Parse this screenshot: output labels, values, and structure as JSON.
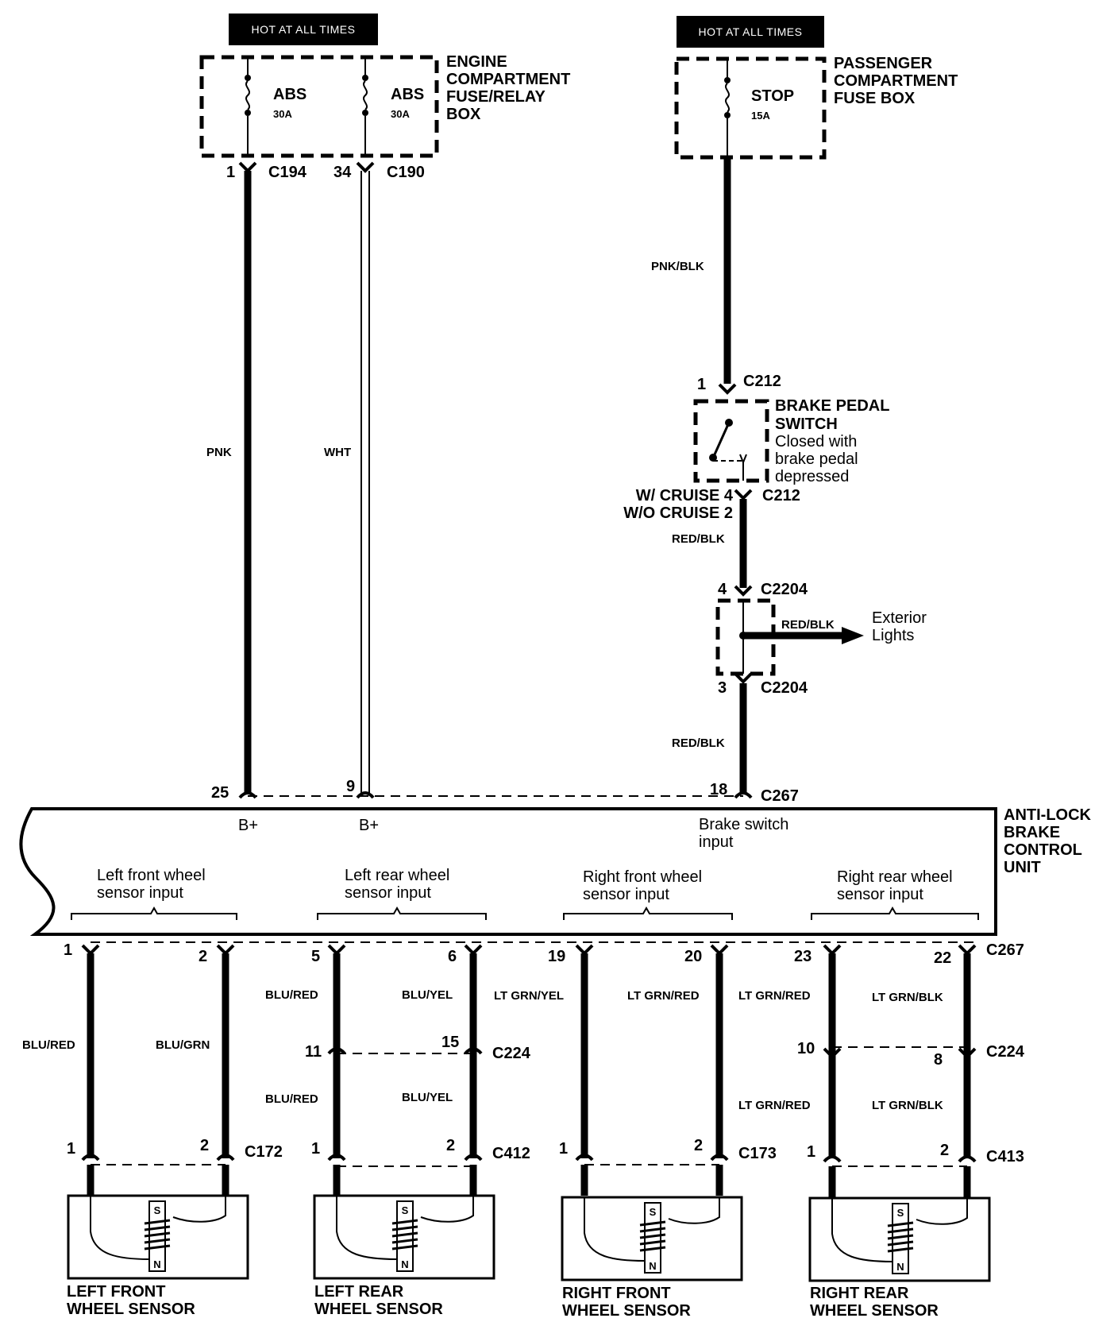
{
  "power": {
    "hot_left": "HOT AT ALL TIMES",
    "hot_right": "HOT AT ALL TIMES",
    "fuse_abs_1": {
      "name": "ABS",
      "rating": "30A"
    },
    "fuse_abs_2": {
      "name": "ABS",
      "rating": "30A"
    },
    "fuse_stop": {
      "name": "STOP",
      "rating": "15A"
    },
    "engine_box": [
      "ENGINE",
      "COMPARTMENT",
      "FUSE/RELAY",
      "BOX"
    ],
    "passenger_box": [
      "PASSENGER",
      "COMPARTMENT",
      "FUSE BOX"
    ]
  },
  "connectors": {
    "c194_pin": "1",
    "c194": "C194",
    "c190_pin": "34",
    "c190": "C190",
    "c212_pin1": "1",
    "c212": "C212",
    "c212_cruise": "W/ CRUISE 4",
    "c212_nocruise": "W/O CRUISE 2",
    "c2204_pin4": "4",
    "c2204": "C2204",
    "c2204_pin3": "3",
    "c267_pin25": "25",
    "c267_pin9": "9",
    "c267_pin18": "18",
    "c267": "C267",
    "c224": "C224",
    "c172": "C172",
    "c412": "C412",
    "c173": "C173",
    "c413": "C413"
  },
  "wires": {
    "pnk": "PNK",
    "wht": "WHT",
    "pnk_blk": "PNK/BLK",
    "red_blk": "RED/BLK",
    "blu_red": "BLU/RED",
    "blu_grn": "BLU/GRN",
    "blu_yel": "BLU/YEL",
    "lt_grn_yel": "LT GRN/YEL",
    "lt_grn_red": "LT GRN/RED",
    "lt_grn_blk": "LT GRN/BLK"
  },
  "switch": {
    "title": [
      "BRAKE PEDAL",
      "SWITCH"
    ],
    "desc": [
      "Closed with",
      "brake pedal",
      "depressed"
    ]
  },
  "exterior": [
    "Exterior",
    "Lights"
  ],
  "unit": {
    "title": [
      "ANTI-LOCK",
      "BRAKE",
      "CONTROL",
      "UNIT"
    ],
    "bplus": "B+",
    "brake_input": [
      "Brake switch",
      "input"
    ],
    "lf_input": [
      "Left front wheel",
      "sensor input"
    ],
    "lr_input": [
      "Left rear wheel",
      "sensor input"
    ],
    "rf_input": [
      "Right front wheel",
      "sensor input"
    ],
    "rr_input": [
      "Right rear wheel",
      "sensor input"
    ]
  },
  "pins": {
    "lf": [
      "1",
      "2"
    ],
    "lr": [
      "5",
      "6"
    ],
    "rf": [
      "19",
      "20"
    ],
    "rr": [
      "23",
      "22"
    ],
    "lr_c224": [
      "11",
      "15"
    ],
    "rr_c224": [
      "10",
      "8"
    ],
    "sensor": [
      "1",
      "2"
    ]
  },
  "sensors": {
    "lf": [
      "LEFT FRONT",
      "WHEEL SENSOR"
    ],
    "lr": [
      "LEFT REAR",
      "WHEEL SENSOR"
    ],
    "rf": [
      "RIGHT FRONT",
      "WHEEL SENSOR"
    ],
    "rr": [
      "RIGHT REAR",
      "WHEEL SENSOR"
    ],
    "pole_s": "S",
    "pole_n": "N"
  }
}
